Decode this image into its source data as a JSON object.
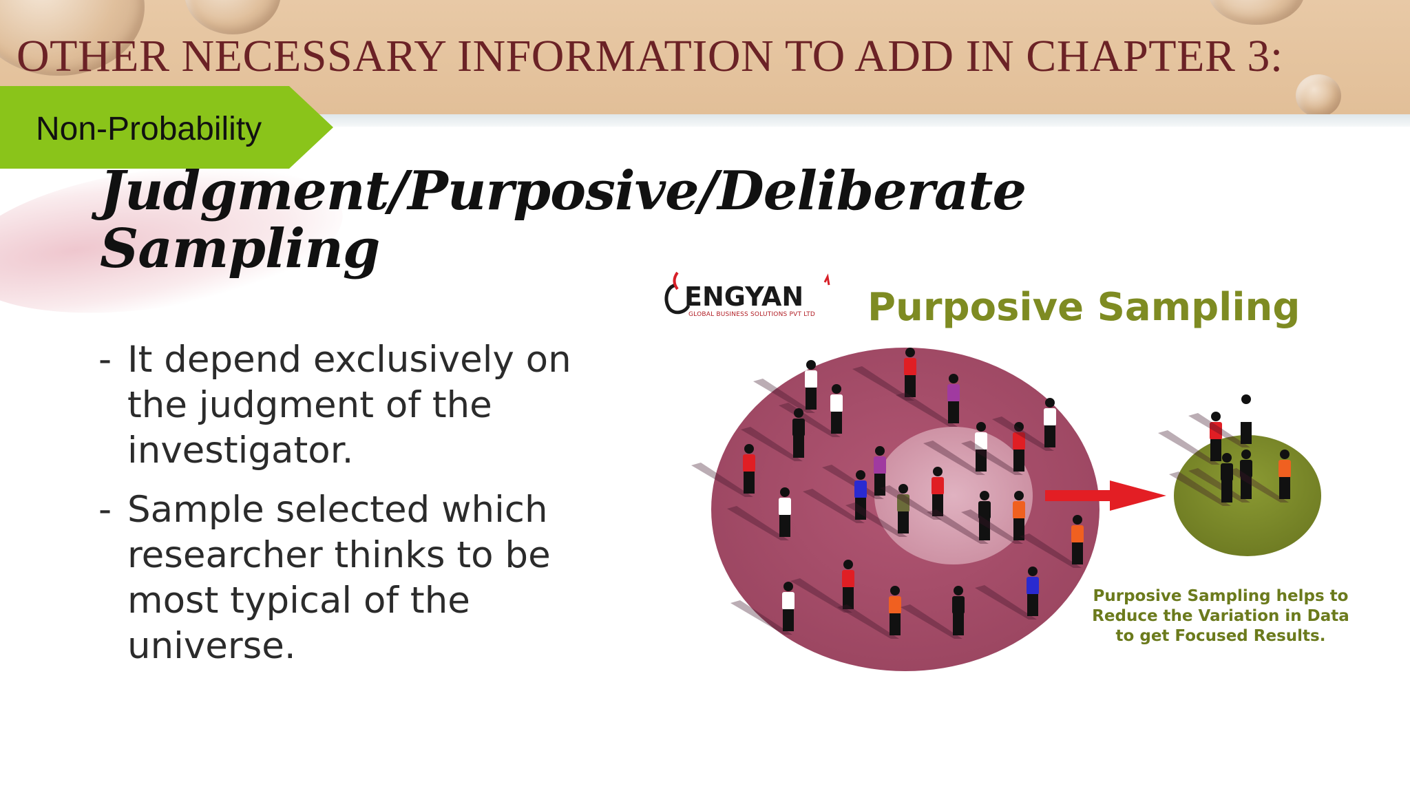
{
  "slide": {
    "title": "OTHER NECESSARY INFORMATION TO ADD IN CHAPTER 3:",
    "tag": "Non-Probability",
    "heading_line1": "Judgment/Purposive/Deliberate",
    "heading_line2": "Sampling",
    "bullets": [
      "It depend exclusively on the judgment of the investigator.",
      "Sample selected which researcher thinks to be most typical of the universe."
    ],
    "bullet_marker": "-"
  },
  "illustration": {
    "logo_name": "ENGYAN",
    "logo_tagline": "GLOBAL BUSINESS SOLUTIONS PVT LTD",
    "title": "Purposive Sampling",
    "caption_lines": [
      "Purposive Sampling helps to",
      "Reduce the Variation in Data",
      "to get Focused Results."
    ],
    "colors": {
      "population": "#a14a63",
      "selection": "#d9a3b3",
      "sample": "#7c8a2a",
      "arrow": "#e31e24"
    }
  },
  "colors": {
    "title": "#6b2226",
    "ribbon": "#8ac41a",
    "header": "#e5c49f"
  }
}
